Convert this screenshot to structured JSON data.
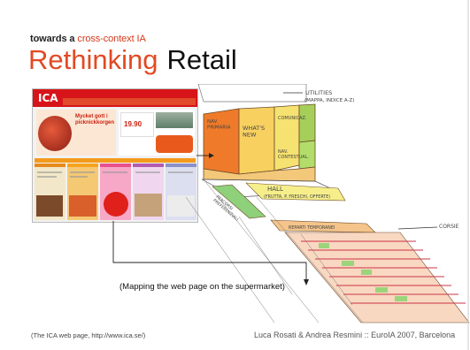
{
  "header": {
    "kicker_prefix": "towards a",
    "kicker_highlight": "cross-context IA",
    "title_part1": "Rethinking",
    "title_part2": "Retail"
  },
  "screenshot": {
    "logo": "ICA",
    "hero_text_1": "Mycket gott i",
    "hero_text_2": "picknickkorgen",
    "promo_time": "19.90"
  },
  "sketch_labels": {
    "utilities": "UTILITIES",
    "utilities_sub": "(MAPPA, INDICE A-Z)",
    "nav_primaria": "NAV.\nPRIMARIA",
    "whats_new": "WHAT'S\nNEW",
    "comunicazione": "COMUNICAZ.",
    "nav_contestuale": "NAV.\nCONTESTUAL.",
    "hall": "HALL",
    "hall_sub": "(FRUTTA, P. FRESCHI, OFFERTE)",
    "percorsi": "PERCORSI\nPREFERENZIALI",
    "reparti": "REPARTI TEMPORANEI",
    "corsie": "CORSIE"
  },
  "caption": "(Mapping the web page on the supermarket)",
  "footer": {
    "left": "(The ICA web page, http://www.ica.se/)",
    "right": "Luca Rosati & Andrea Resmini :: EuroIA 2007, Barcelona"
  },
  "colors": {
    "accent": "#e24a22",
    "ica_red": "#d7141a"
  }
}
